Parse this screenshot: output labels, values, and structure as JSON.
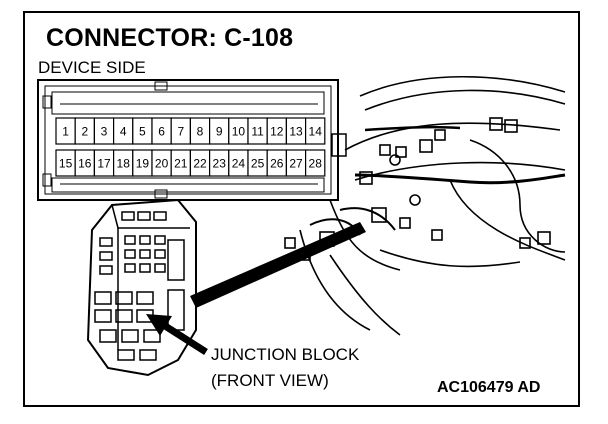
{
  "connector": {
    "title": "CONNECTOR: C-108",
    "view": "DEVICE SIDE",
    "row_top": [
      "1",
      "2",
      "3",
      "4",
      "5",
      "6",
      "7",
      "8",
      "9",
      "10",
      "11",
      "12",
      "13",
      "14"
    ],
    "row_bottom": [
      "15",
      "16",
      "17",
      "18",
      "19",
      "20",
      "21",
      "22",
      "23",
      "24",
      "25",
      "26",
      "27",
      "28"
    ]
  },
  "callout": {
    "line1": "JUNCTION BLOCK",
    "line2": "(FRONT VIEW)"
  },
  "figure_code": "AC106479 AD"
}
